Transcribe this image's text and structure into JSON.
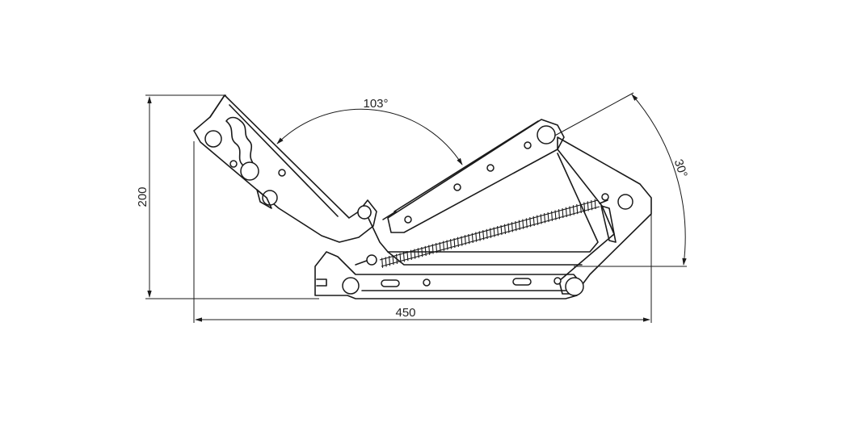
{
  "drawing": {
    "dimensions": {
      "height": "200",
      "width": "450",
      "seat_angle": "103°",
      "tilt_angle": "30°"
    }
  }
}
